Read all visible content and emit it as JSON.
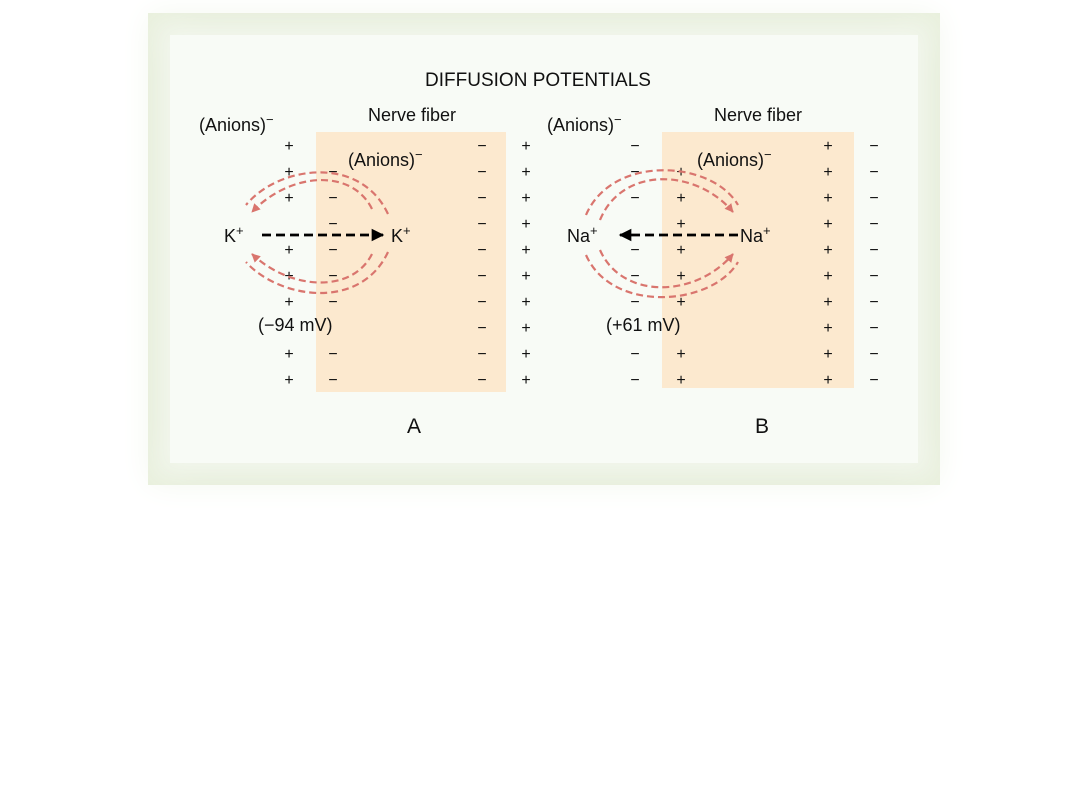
{
  "title": "DIFFUSION POTENTIALS",
  "labels": {
    "anions_outside": "(Anions)",
    "anions_inside": "(Anions)",
    "anions_sup": "−",
    "nerve_fiber": "Nerve fiber",
    "potassium": "K",
    "sodium": "Na",
    "ion_sup": "+",
    "plus": "+",
    "minus": "−"
  },
  "panel_a": {
    "potential": "(−94 mV)",
    "letter": "A"
  },
  "panel_b": {
    "potential": "(+61 mV)",
    "letter": "B"
  },
  "colors": {
    "fiber_fill": "#fce9cf",
    "arrow_red": "#d9756e",
    "frame_green": "#c7d6b0"
  }
}
